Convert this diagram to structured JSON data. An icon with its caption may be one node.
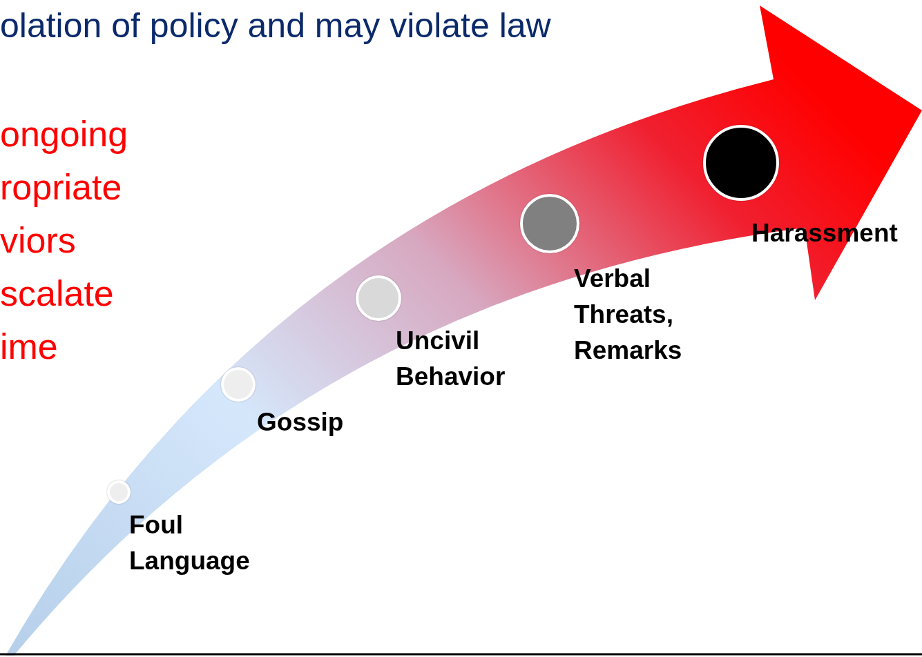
{
  "diagram": {
    "title": "olation of policy and may violate law",
    "nodes": [
      {
        "text": [],
        "shape": "circle",
        "beside": [
          "Foul Language"
        ]
      },
      {
        "text": [],
        "shape": "circle",
        "beside": [
          "Gossip"
        ]
      },
      {
        "text": [],
        "shape": "circle",
        "beside": [
          "Uncivil Behavior"
        ]
      },
      {
        "text": [],
        "shape": "circle",
        "beside": [
          "Verbal Threats, Remarks"
        ]
      },
      {
        "text": [],
        "shape": "circle",
        "beside": [
          "Harassment"
        ]
      }
    ],
    "labels": [
      "ongoing",
      "ropriate",
      "viors",
      "scalate",
      "ime"
    ]
  }
}
